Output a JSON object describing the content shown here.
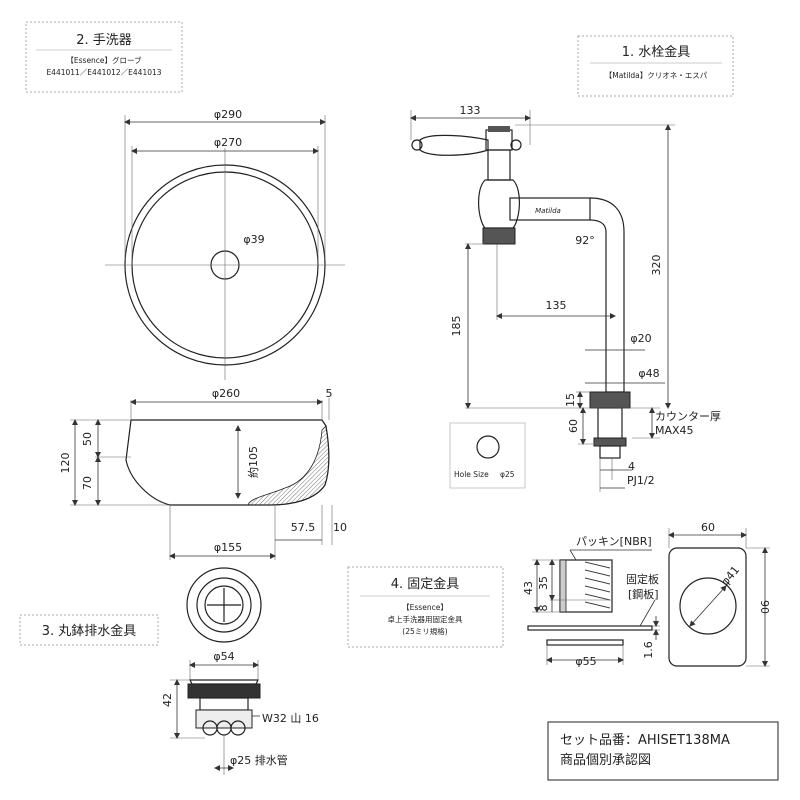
{
  "section_basin": {
    "title": "2.  手洗器",
    "line1": "【Essence】グローブ",
    "line2": "E441011／E441012／E441013"
  },
  "section_faucet": {
    "title": "1.  水栓金具",
    "line1": "【Matilda】クリオネ・エスパ",
    "logo_text": "Matilda"
  },
  "section_drain": {
    "title": "3.  丸鉢排水金具"
  },
  "section_bracket": {
    "title": "4.  固定金具",
    "line1": "【Essence】",
    "line2": "卓上手洗器用固定金具",
    "line3": "(25ミリ規格)"
  },
  "set_box": {
    "line1": "セット品番：AHISET138MA",
    "line2": "商品個別承認図"
  },
  "basin_top": {
    "d_outer": "φ290",
    "d_inner": "φ270",
    "d_drain": "φ39"
  },
  "basin_side": {
    "d_top": "φ260",
    "rim": "5",
    "h_total": "120",
    "h_upper": "50",
    "h_lower": "70",
    "depth": "約105",
    "d_base": "φ155",
    "offset": "57.5",
    "base_h": "10"
  },
  "faucet": {
    "w_top": "133",
    "h_total": "320",
    "angle": "92°",
    "reach": "135",
    "h_spout": "185",
    "d_pipe": "φ20",
    "d_flange": "φ48",
    "flange_h": "15",
    "thread_len": "60",
    "counter_label1": "カウンター厚",
    "counter_label2": "MAX45",
    "nut_h": "4",
    "pipe_thread": "PJ1/2",
    "hole_size_label": "Hole Size",
    "hole_size_value": "φ25"
  },
  "drain": {
    "d_top": "φ54",
    "h": "42",
    "thread": "W32 山 16",
    "pipe": "φ25 排水管"
  },
  "bracket": {
    "gasket": "パッキン[NBR]",
    "h_total": "43",
    "h_thread": "35",
    "h_base": "8",
    "plate_label1": "固定板",
    "plate_label2": "[鋼板]",
    "plate_t": "1.6",
    "d_washer": "φ55",
    "plate_w": "60",
    "plate_h": "90",
    "plate_hole": "φ41"
  },
  "colors": {
    "line": "#222222",
    "dim": "#333333",
    "box_border": "#aaaaaa"
  }
}
